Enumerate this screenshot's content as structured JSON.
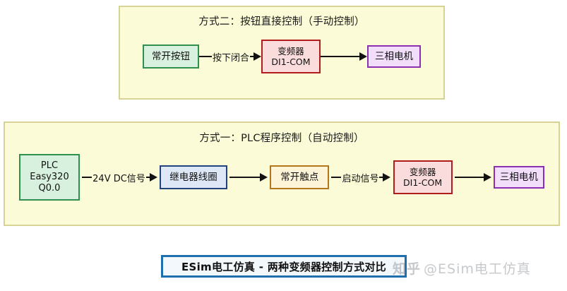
{
  "panels": [
    {
      "id": "manual",
      "title": "方式二：按钮直接控制（手动控制）",
      "nodes": {
        "button": {
          "line1": "常开按钮"
        },
        "vfd": {
          "line1": "变频器",
          "line2": "DI1-COM"
        },
        "motor": {
          "line1": "三相电机"
        }
      },
      "connectors": {
        "button_to_vfd": "按下闭合",
        "vfd_to_motor": ""
      }
    },
    {
      "id": "auto",
      "title": "方式一：PLC程序控制（自动控制）",
      "nodes": {
        "plc": {
          "line1": "PLC",
          "line2": "Easy320",
          "line3": "Q0.0"
        },
        "relay": {
          "line1": "继电器线圈"
        },
        "contact": {
          "line1": "常开触点"
        },
        "vfd": {
          "line1": "变频器",
          "line2": "DI1-COM"
        },
        "motor": {
          "line1": "三相电机"
        }
      },
      "connectors": {
        "plc_to_relay": "24V DC信号",
        "relay_to_contact": "",
        "contact_to_vfd": "启动信号",
        "vfd_to_motor": ""
      }
    }
  ],
  "caption": {
    "text": "ESim电工仿真 - 两种变频器控制方式对比"
  },
  "watermark": {
    "logo": "知乎",
    "handle": "@ESim电工仿真"
  },
  "colors": {
    "panel_fill": "#fbfbd7",
    "panel_border": "#d7d296",
    "green_border": "#2f8f4f",
    "green_fill": "#d8f0de",
    "blue_border": "#22427e",
    "blue_fill": "#dde7f5",
    "orange_border": "#b4761a",
    "orange_fill": "#fdf3d6",
    "red_border": "#b01d1d",
    "red_fill": "#fbdcdc",
    "purple_border": "#8b2fb5",
    "purple_fill": "#f2ddfb",
    "caption_border": "#1f6fad",
    "caption_fill": "#f3f8fc",
    "arrow": "#121212"
  }
}
